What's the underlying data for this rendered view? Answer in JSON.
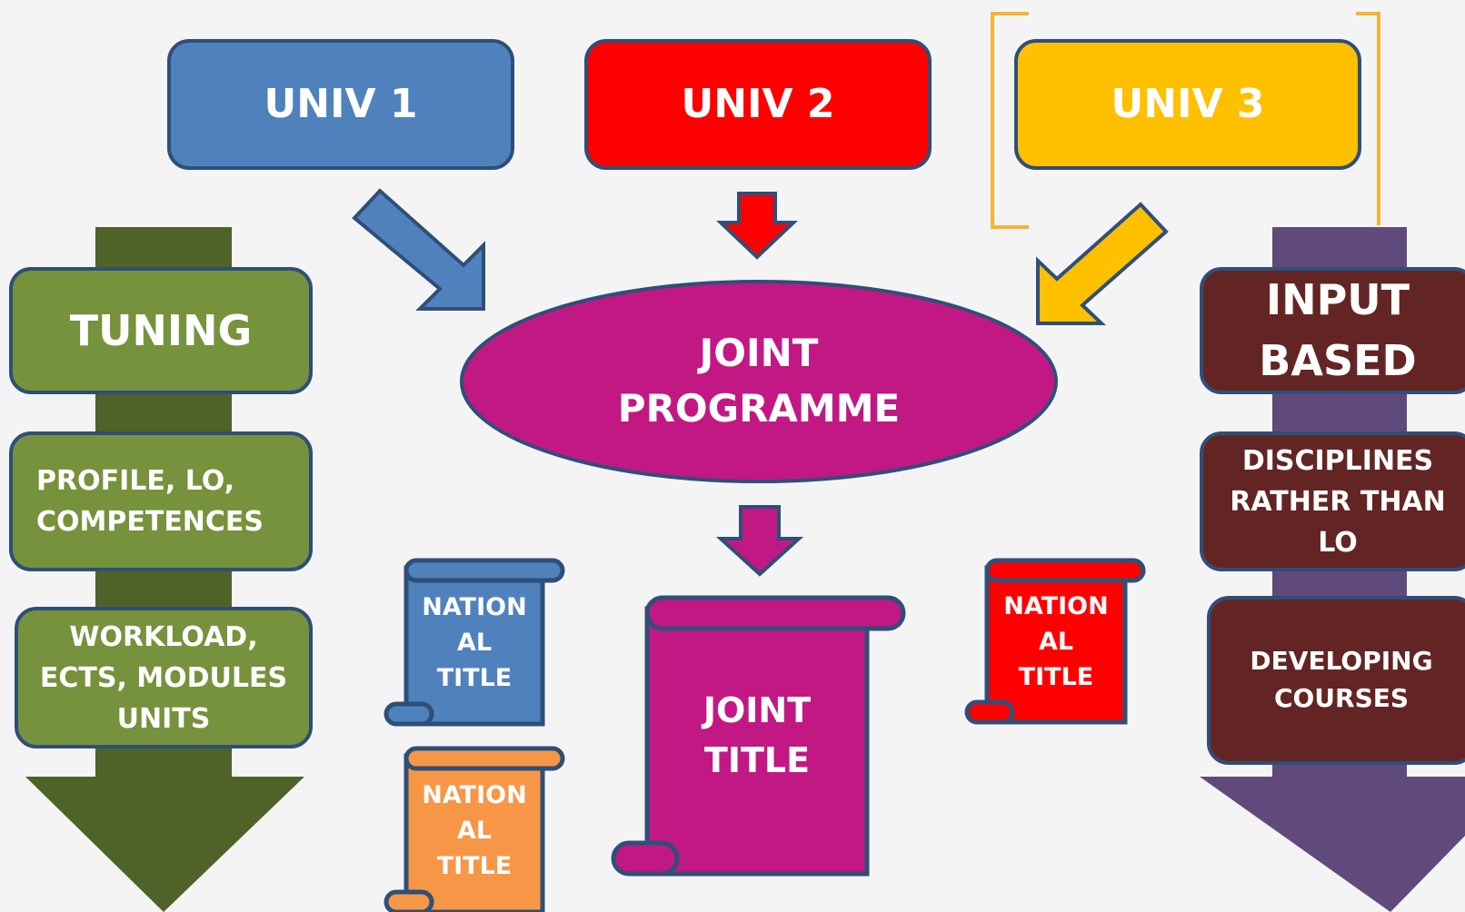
{
  "colors": {
    "univ1": "#4f81bd",
    "univ2": "#ff0000",
    "univ3": "#ffc000",
    "joint": "#c21884",
    "tuning_box": "#76923c",
    "tuning_arrow": "#4f6228",
    "input_box": "#632523",
    "input_arrow": "#604a7b",
    "national_blue": "#4f81bd",
    "national_orange": "#f79646",
    "national_red": "#ff0000",
    "bracket": "#f9b233",
    "stroke": "#3a5f8a"
  },
  "universities": [
    {
      "label": "UNIV 1"
    },
    {
      "label": "UNIV 2"
    },
    {
      "label": "UNIV 3"
    }
  ],
  "joint_programme": {
    "label": "JOINT\nPROGRAMME"
  },
  "tuning": {
    "title": "TUNING",
    "items": [
      "PROFILE, LO,\nCOMPETENCES",
      "WORKLOAD,\nECTS, MODULES\nUNITS"
    ]
  },
  "input_based": {
    "title": "INPUT\nBASED",
    "items": [
      "DISCIPLINES\nRATHER THAN\nLO",
      "DEVELOPING\nCOURSES"
    ]
  },
  "joint_title": {
    "label": "JOINT\nTITLE"
  },
  "national_titles": [
    {
      "label": "NATION\nAL\nTITLE",
      "color": "blue"
    },
    {
      "label": "NATION\nAL\nTITLE",
      "color": "orange"
    },
    {
      "label": "NATION\nAL\nTITLE",
      "color": "red"
    }
  ]
}
